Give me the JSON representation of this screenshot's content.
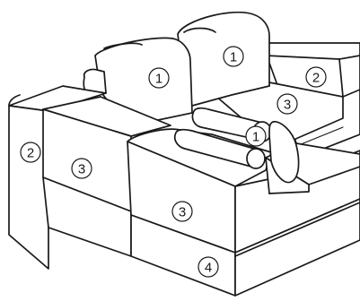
{
  "diagram": {
    "labels": {
      "backrest_left": "1",
      "backrest_right": "1",
      "pillow": "1",
      "armrest_left": "2",
      "armrest_right": "2",
      "seat_left": "3",
      "seat_front": "3",
      "seat_back_right": "3",
      "base": "4"
    }
  }
}
